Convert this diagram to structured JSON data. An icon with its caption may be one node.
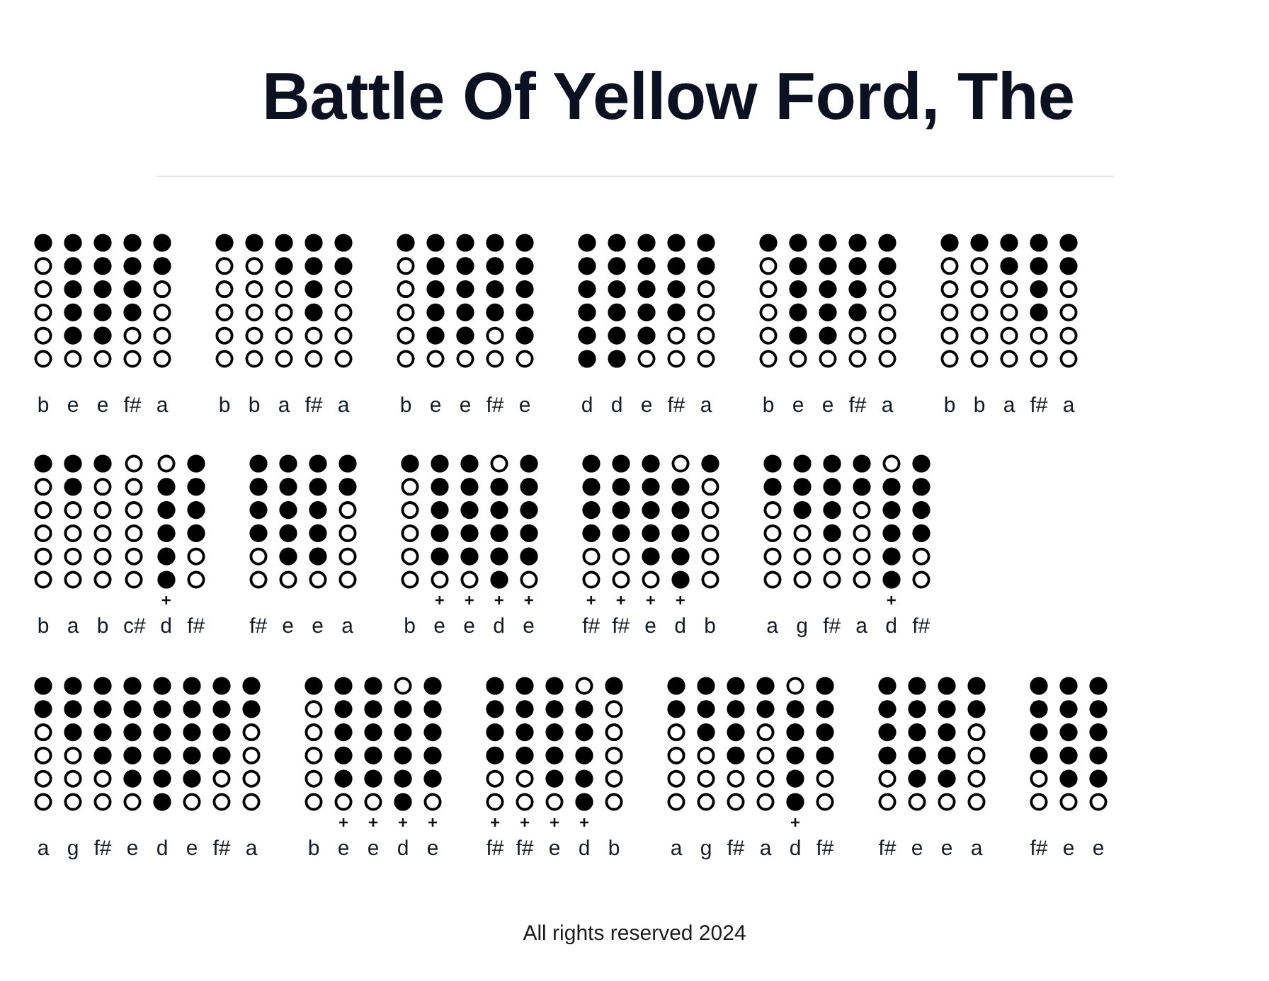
{
  "diagram": {
    "title": "Battle Of Yellow Ford, The",
    "labels": [
      "b",
      "e",
      "e",
      "f#",
      "a",
      "b",
      "b",
      "a",
      "f#",
      "a",
      "b",
      "e",
      "e",
      "f#",
      "e",
      "d",
      "d",
      "e",
      "f#",
      "a",
      "b",
      "e",
      "e",
      "f#",
      "a",
      "b",
      "b",
      "a",
      "f#",
      "a",
      "+",
      "+",
      "+",
      "+",
      "+",
      "+",
      "+",
      "+",
      "+",
      "+",
      "b",
      "a",
      "b",
      "c#",
      "d",
      "f#",
      "f#",
      "e",
      "e",
      "a",
      "b",
      "e",
      "e",
      "d",
      "e",
      "f#",
      "f#",
      "e",
      "d",
      "b",
      "a",
      "g",
      "f#",
      "a",
      "d",
      "f#",
      "+",
      "+",
      "+",
      "+",
      "+",
      "+",
      "+",
      "+",
      "+",
      "a",
      "g",
      "f#",
      "e",
      "d",
      "e",
      "f#",
      "a",
      "b",
      "e",
      "e",
      "d",
      "e",
      "f#",
      "f#",
      "e",
      "d",
      "b",
      "a",
      "g",
      "f#",
      "a",
      "d",
      "f#",
      "f#",
      "e",
      "e",
      "a",
      "f#",
      "e",
      "e",
      "All rights reserved 2024"
    ]
  }
}
